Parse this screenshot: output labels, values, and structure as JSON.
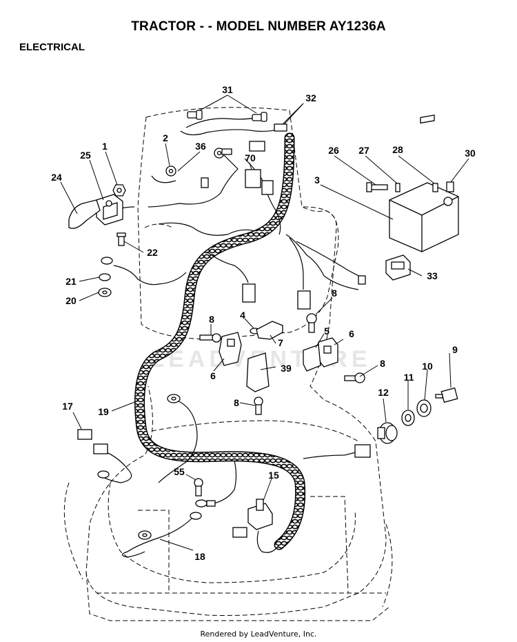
{
  "header": {
    "title": "TRACTOR - - MODEL NUMBER AY1236A",
    "section": "ELECTRICAL"
  },
  "footer": {
    "text": "Rendered by LeadVenture, Inc."
  },
  "watermark": {
    "text": "LEADVENTURE"
  },
  "colors": {
    "ink": "#000000",
    "watermark": "#e6e6e6"
  },
  "callouts": [
    {
      "id": "c31",
      "label": "31"
    },
    {
      "id": "c32",
      "label": "32"
    },
    {
      "id": "c1",
      "label": "1"
    },
    {
      "id": "c2",
      "label": "2"
    },
    {
      "id": "c36",
      "label": "36"
    },
    {
      "id": "c25",
      "label": "25"
    },
    {
      "id": "c70",
      "label": "70"
    },
    {
      "id": "c26",
      "label": "26"
    },
    {
      "id": "c27",
      "label": "27"
    },
    {
      "id": "c28",
      "label": "28"
    },
    {
      "id": "c30",
      "label": "30"
    },
    {
      "id": "c24",
      "label": "24"
    },
    {
      "id": "c3",
      "label": "3"
    },
    {
      "id": "c22",
      "label": "22"
    },
    {
      "id": "c33",
      "label": "33"
    },
    {
      "id": "c21",
      "label": "21"
    },
    {
      "id": "c20",
      "label": "20"
    },
    {
      "id": "c8a",
      "label": "8"
    },
    {
      "id": "c8b",
      "label": "8"
    },
    {
      "id": "c4",
      "label": "4"
    },
    {
      "id": "c5",
      "label": "5"
    },
    {
      "id": "c6a",
      "label": "6"
    },
    {
      "id": "c7",
      "label": "7"
    },
    {
      "id": "c9",
      "label": "9"
    },
    {
      "id": "c10",
      "label": "10"
    },
    {
      "id": "c11",
      "label": "11"
    },
    {
      "id": "c8c",
      "label": "8"
    },
    {
      "id": "c6b",
      "label": "6"
    },
    {
      "id": "c39",
      "label": "39"
    },
    {
      "id": "c12",
      "label": "12"
    },
    {
      "id": "c8d",
      "label": "8"
    },
    {
      "id": "c17",
      "label": "17"
    },
    {
      "id": "c19",
      "label": "19"
    },
    {
      "id": "c55",
      "label": "55"
    },
    {
      "id": "c15",
      "label": "15"
    },
    {
      "id": "c18",
      "label": "18"
    }
  ]
}
